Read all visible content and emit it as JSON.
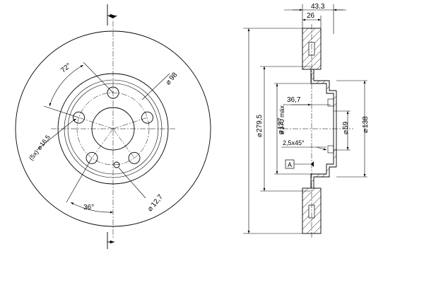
{
  "front_view": {
    "angle_72": "72°",
    "pcd": "98",
    "bore_holes": "(5x)",
    "bore_dia": "16,5",
    "angle_36": "36°",
    "small_hole": "12,7"
  },
  "side_view": {
    "total_width": "43.3",
    "disc_thickness": "26",
    "hat_height": "36,7",
    "outer_dia": "279,5",
    "brake_dia": "170 máx.",
    "dia_127": "127",
    "dia_59": "59",
    "dia_138": "138",
    "chamfer": "2,5x45°",
    "datum": "A"
  },
  "symbols": {
    "diameter": "⌀"
  }
}
